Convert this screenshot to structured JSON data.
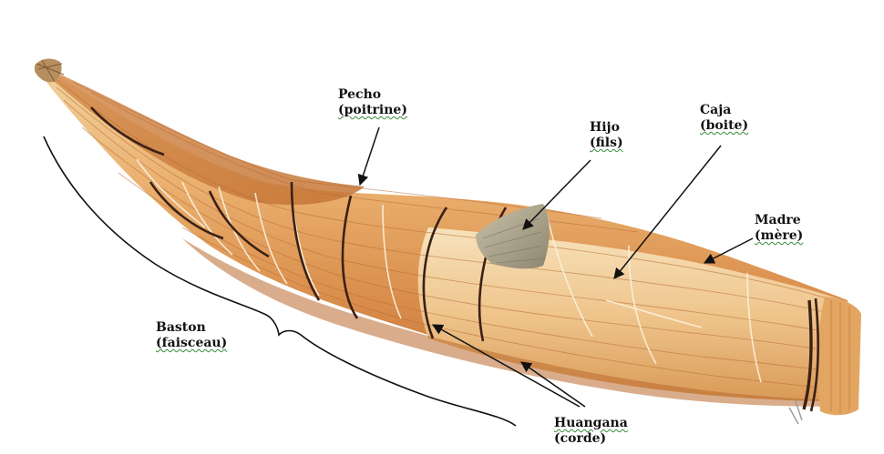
{
  "diagram": {
    "colors": {
      "reed_light": "#f3d8a8",
      "reed_mid": "#e7a866",
      "reed_dark": "#c8783a",
      "rope": "#3b2116",
      "tie": "#fbf1dc",
      "core": "#a89f88",
      "label": "#111111",
      "underline": "#3a8a3a"
    },
    "labels": [
      {
        "id": "pecho",
        "es": "Pecho",
        "fr": "(poitrine)"
      },
      {
        "id": "hijo",
        "es": "Hijo",
        "fr": "(fils)"
      },
      {
        "id": "caja",
        "es": "Caja",
        "fr": "(boite)"
      },
      {
        "id": "madre",
        "es": "Madre",
        "fr": "(mère)"
      },
      {
        "id": "baston",
        "es": "Baston",
        "fr": "(faisceau)"
      },
      {
        "id": "huangana",
        "es": "Huangana",
        "fr": "(corde)"
      }
    ]
  }
}
